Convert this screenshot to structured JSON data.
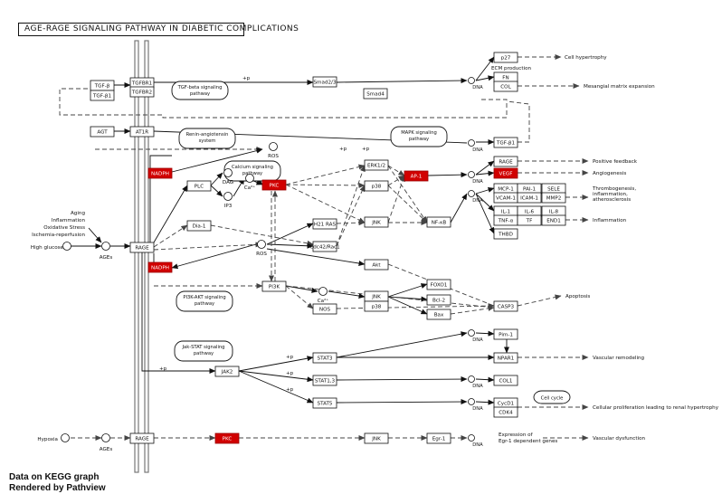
{
  "title": "AGE-RAGE SIGNALING PATHWAY IN DIABETIC COMPLICATIONS",
  "footer": {
    "line1": "Data on KEGG graph",
    "line2": "Rendered by Pathview"
  },
  "colors": {
    "highlight": "#d10000",
    "line": "#111111",
    "dash": "#444444",
    "membrane": "#777777"
  },
  "nodes": [
    {
      "id": "p27",
      "label": "p27"
    },
    {
      "id": "fn",
      "label": "FN"
    },
    {
      "id": "col",
      "label": "COL"
    },
    {
      "id": "tgfb",
      "label": "TGF-β"
    },
    {
      "id": "tgfb1",
      "label": "TGF-β1"
    },
    {
      "id": "tgfbr1",
      "label": "TGFBR1"
    },
    {
      "id": "tgfbr2",
      "label": "TGFBR2"
    },
    {
      "id": "smad23",
      "label": "Smad2/3"
    },
    {
      "id": "smad4",
      "label": "Smad4"
    },
    {
      "id": "agt",
      "label": "AGT"
    },
    {
      "id": "at1r",
      "label": "AT1R"
    },
    {
      "id": "tgfb1b",
      "label": "TGF-β1"
    },
    {
      "id": "nadph1",
      "label": "NADPH",
      "highlight": true
    },
    {
      "id": "pkc",
      "label": "PKC",
      "highlight": true
    },
    {
      "id": "ap1",
      "label": "AP-1",
      "highlight": true
    },
    {
      "id": "plc",
      "label": "PLC"
    },
    {
      "id": "erk12",
      "label": "ERK1/2"
    },
    {
      "id": "p38a",
      "label": "p38"
    },
    {
      "id": "rage_t",
      "label": "RAGE"
    },
    {
      "id": "vegfa",
      "label": "VEGF",
      "highlight": true
    },
    {
      "id": "mcp1",
      "label": "MCP-1"
    },
    {
      "id": "pai1",
      "label": "PAI-1"
    },
    {
      "id": "sele",
      "label": "SELE"
    },
    {
      "id": "vcam1",
      "label": "VCAM-1"
    },
    {
      "id": "icam1",
      "label": "ICAM-1"
    },
    {
      "id": "mmp2",
      "label": "MMP2"
    },
    {
      "id": "il1",
      "label": "IL-1"
    },
    {
      "id": "il6",
      "label": "IL-6"
    },
    {
      "id": "il8",
      "label": "IL-8"
    },
    {
      "id": "tnfa",
      "label": "TNF-α"
    },
    {
      "id": "tf",
      "label": "TF"
    },
    {
      "id": "end1",
      "label": "END1"
    },
    {
      "id": "thbd",
      "label": "THBD"
    },
    {
      "id": "dia1",
      "label": "Dia-1"
    },
    {
      "id": "h21ras",
      "label": "H21 RAS"
    },
    {
      "id": "cdc42",
      "label": "Cdc42/Rac1"
    },
    {
      "id": "jnk1",
      "label": "JNK"
    },
    {
      "id": "nfkb",
      "label": "NF-κB"
    },
    {
      "id": "rage",
      "label": "RAGE"
    },
    {
      "id": "nadph2",
      "label": "NADPH",
      "highlight": true
    },
    {
      "id": "akt",
      "label": "Akt"
    },
    {
      "id": "pi3k",
      "label": "PI3K"
    },
    {
      "id": "foxo1",
      "label": "FOXO1"
    },
    {
      "id": "bcl2",
      "label": "Bcl-2"
    },
    {
      "id": "bax",
      "label": "Bax"
    },
    {
      "id": "jnk2",
      "label": "JNK"
    },
    {
      "id": "p38b",
      "label": "p38"
    },
    {
      "id": "nos",
      "label": "NOS"
    },
    {
      "id": "casp3",
      "label": "CASP3"
    },
    {
      "id": "pim1",
      "label": "Pim-1"
    },
    {
      "id": "npar1",
      "label": "NPAR1"
    },
    {
      "id": "jak2",
      "label": "JAK2"
    },
    {
      "id": "stat3",
      "label": "STAT3"
    },
    {
      "id": "stat13",
      "label": "STAT1,3"
    },
    {
      "id": "col1",
      "label": "COL1"
    },
    {
      "id": "stat5",
      "label": "STAT5"
    },
    {
      "id": "cycd1",
      "label": "CycD1"
    },
    {
      "id": "cdk4",
      "label": "CDK4"
    },
    {
      "id": "rage_b",
      "label": "RAGE"
    },
    {
      "id": "pkcb",
      "label": "PKC",
      "highlight": true
    },
    {
      "id": "jnk3",
      "label": "JNK"
    },
    {
      "id": "egr1",
      "label": "Egr-1"
    }
  ],
  "pathways": [
    {
      "id": "tgf",
      "label": "TGF-beta signaling pathway"
    },
    {
      "id": "ras",
      "label": "Renin-angiotensin system"
    },
    {
      "id": "mapk",
      "label": "MAPK signaling pathway"
    },
    {
      "id": "calcium",
      "label": "Calcium signaling pathway"
    },
    {
      "id": "pi3k",
      "label": "PI3K-AKT signaling pathway"
    },
    {
      "id": "jakstat",
      "label": "Jak-STAT signaling pathway"
    },
    {
      "id": "cellcycle",
      "label": "Cell cycle"
    }
  ],
  "compounds": [
    {
      "id": "hg",
      "label": "High glucose"
    },
    {
      "id": "ages1",
      "label": "AGEs"
    },
    {
      "id": "ros1",
      "label": "ROS"
    },
    {
      "id": "dag",
      "label": "DAG"
    },
    {
      "id": "ip3",
      "label": "IP3"
    },
    {
      "id": "ca1",
      "label": "Ca²⁺"
    },
    {
      "id": "ros2",
      "label": "ROS"
    },
    {
      "id": "ca2",
      "label": "Ca²⁺"
    },
    {
      "id": "hypoxia",
      "label": "Hypoxia"
    },
    {
      "id": "ages2",
      "label": "AGEs"
    }
  ],
  "dna_marks": {
    "label": "DNA"
  },
  "phospho": {
    "label": "+p"
  },
  "texts": {
    "ecm": "ECM production",
    "aging": [
      "Aging",
      "Inflammation",
      "Oxidative Stress",
      "Ischemia-reperfusion"
    ],
    "out_hypertrophy": "Cell hypertrophy",
    "out_mesangial": "Mesangial matrix expansion",
    "out_feedback": "Positive feedback",
    "out_angio": "Angiogenesis",
    "out_thrombo": "Thrombogenesis, inflammation, atherosclerosis",
    "out_inflam": "Inflammation",
    "out_apoptosis": "Apoptosis",
    "out_vascular": "Vascular remodeling",
    "out_prolif": "Cellular proliferation leading to renal hypertrophy",
    "out_egr": "Expression of Egr-1 dependent genes",
    "out_dysfunction": "Vascular dysfunction"
  }
}
